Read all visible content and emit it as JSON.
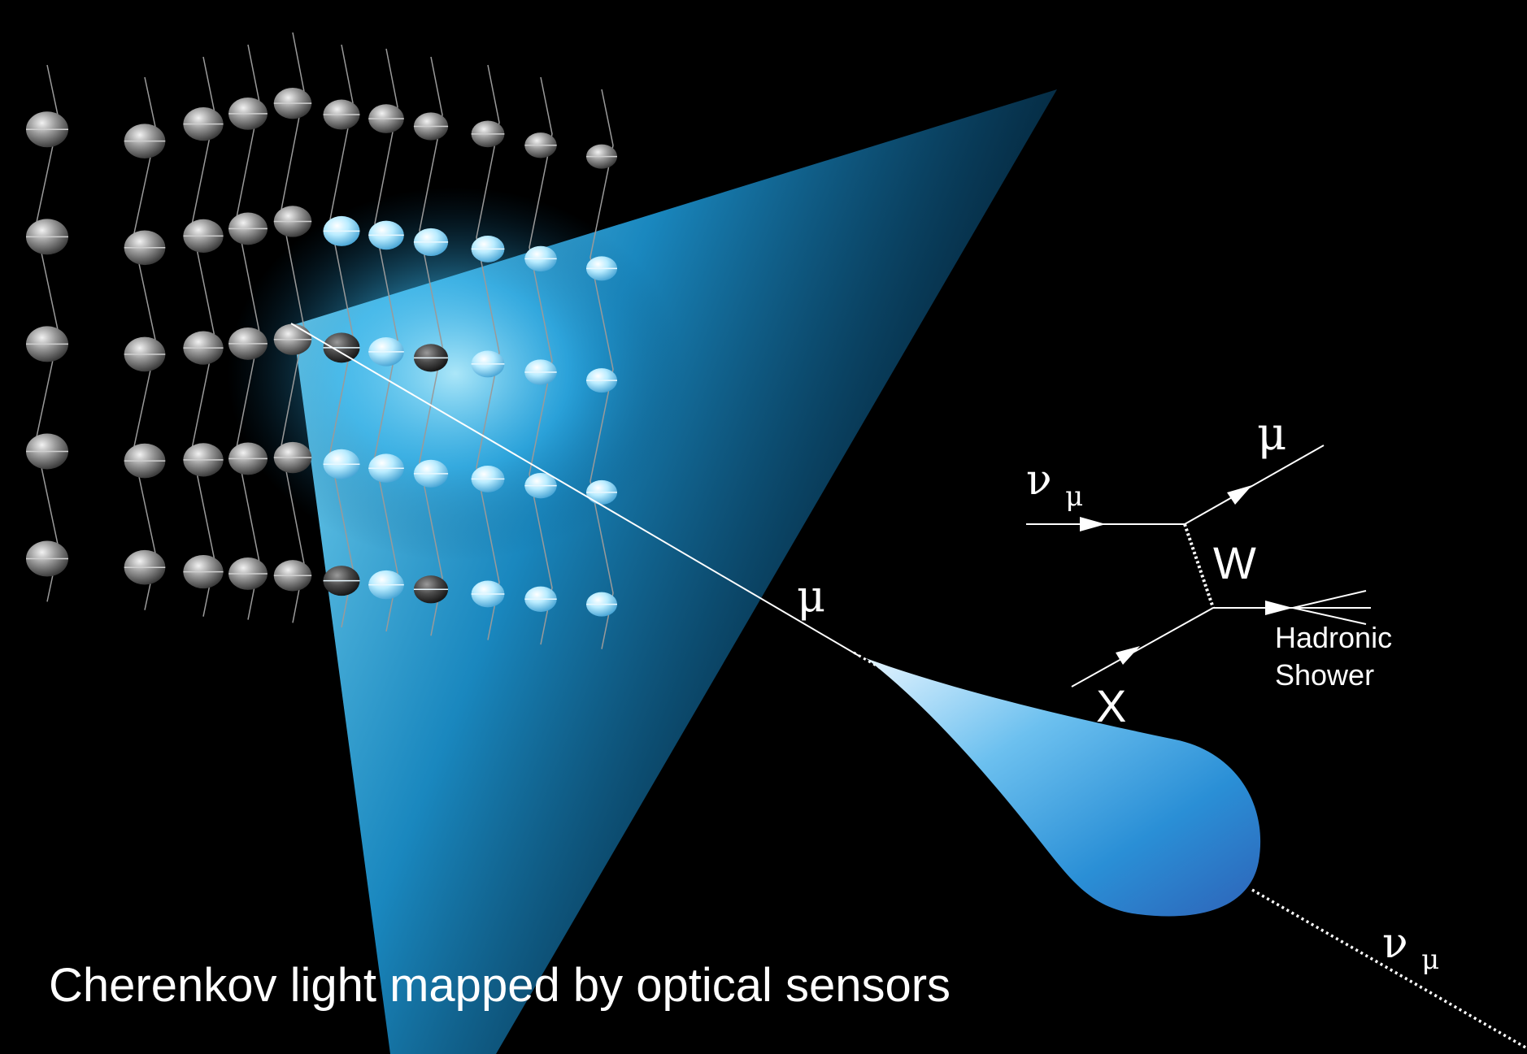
{
  "figure": {
    "caption": "Cherenkov light mapped by optical sensors",
    "track_label": "μ",
    "outgoing_neutrino": {
      "symbol": "ν",
      "subscript": "μ"
    }
  },
  "feynman": {
    "incoming": {
      "symbol": "ν",
      "subscript": "μ"
    },
    "outgoing_lepton": "μ",
    "boson": "W",
    "target": "X",
    "shower_line1": "Hadronic",
    "shower_line2": "Shower"
  },
  "detector": {
    "strings": 11,
    "modules_per_string": 5
  },
  "colors": {
    "background": "#000000",
    "cherenkov_cone": "#1e9fe0",
    "shower_blob": "#3a94d8",
    "module_gray": "#8a8a8a",
    "text": "#ffffff"
  }
}
